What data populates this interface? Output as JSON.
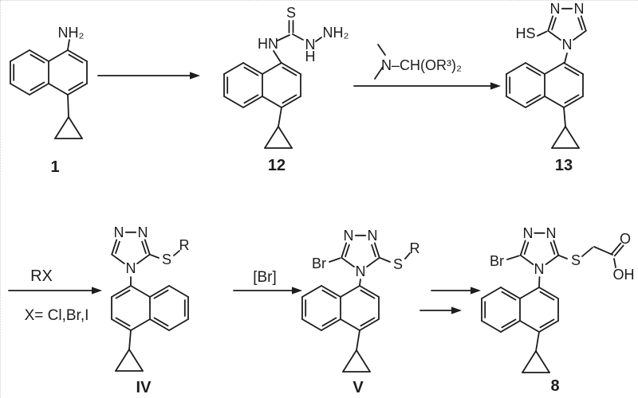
{
  "compounds": {
    "c1": {
      "label": "1",
      "nh2": "NH₂"
    },
    "c12": {
      "label": "12",
      "s": "S",
      "hn": "HN",
      "n": "N",
      "h": "H",
      "nh2": "NH₂"
    },
    "c13": {
      "label": "13",
      "n_a": "N",
      "n_b": "N",
      "n4": "N",
      "hs": "HS"
    },
    "cIV": {
      "label": "IV",
      "n_a": "N",
      "n_b": "N",
      "n4": "N",
      "s": "S",
      "r": "R"
    },
    "cV": {
      "label": "V",
      "n_a": "N",
      "n_b": "N",
      "n4": "N",
      "br": "Br",
      "s": "S",
      "r": "R"
    },
    "c8": {
      "label": "8",
      "n_a": "N",
      "n_b": "N",
      "n4": "N",
      "br": "Br",
      "s": "S",
      "o": "O",
      "oh": "OH"
    }
  },
  "reagents": {
    "aminal": "N–CH(OR³)₂",
    "rx": "RX",
    "rx_scope": "X= Cl,Br,I",
    "bromination": "[Br]"
  },
  "colors": {
    "ink": "#1d1d1d",
    "background": "#ffffff"
  }
}
